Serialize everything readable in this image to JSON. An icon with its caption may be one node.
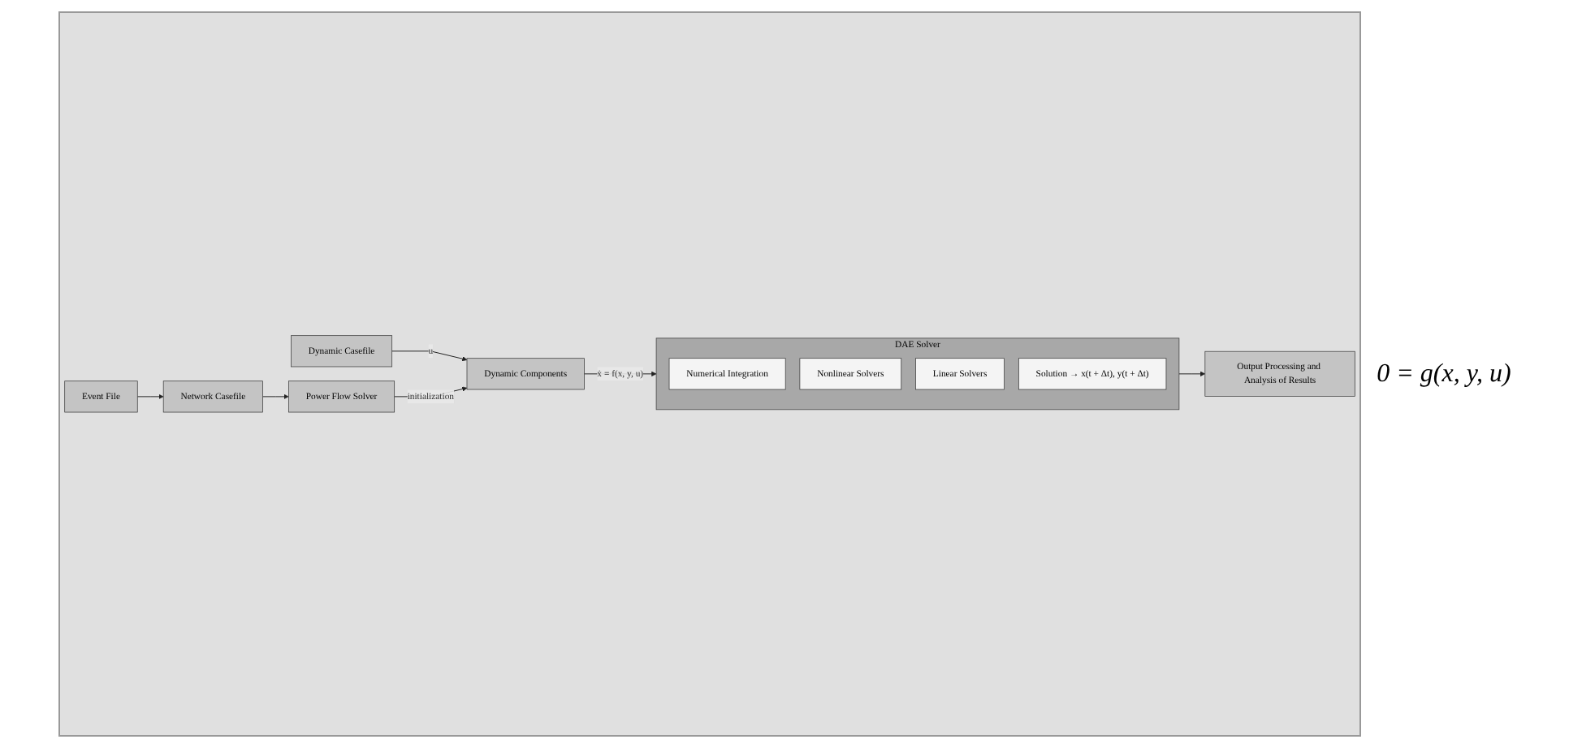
{
  "diagram": {
    "nodes": [
      {
        "text": [
          "Network Casefile"
        ]
      },
      {
        "text": [
          "Event File"
        ]
      },
      {
        "text": [
          "Dynamic Casefile"
        ]
      },
      {
        "text": [
          "DAE Solver"
        ]
      },
      {
        "text": [
          "Numerical Integration"
        ],
        "in": 3
      },
      {
        "text": [
          "Nonlinear Solvers"
        ],
        "in": 3
      },
      {
        "text": [
          "Linear Solvers"
        ],
        "in": 3
      },
      {
        "text": [
          "Solution → x(t + Δt), y(t + Δt)"
        ],
        "in": 3
      },
      {
        "text": [
          "Power Flow Solver"
        ]
      },
      {
        "text": [
          "Dynamic Components"
        ]
      },
      {
        "text": [
          "Output Processing and Analysis of Results"
        ]
      }
    ],
    "edges": [
      {
        "from": 1,
        "to": 0,
        "arrow": "to"
      },
      {
        "from": 0,
        "to": 8,
        "arrow": "to"
      },
      {
        "from": 2,
        "to": 9,
        "arrow": "to",
        "label": "u"
      },
      {
        "from": 8,
        "to": 9,
        "arrow": "to",
        "label": "initialization"
      },
      {
        "from": 9,
        "to": 3,
        "arrow": "to",
        "label": "ẋ = f(x, y, u)"
      },
      {
        "from": 3,
        "to": 10,
        "arrow": "to"
      }
    ],
    "labels": [
      "0 = g(x, y, u)"
    ]
  }
}
